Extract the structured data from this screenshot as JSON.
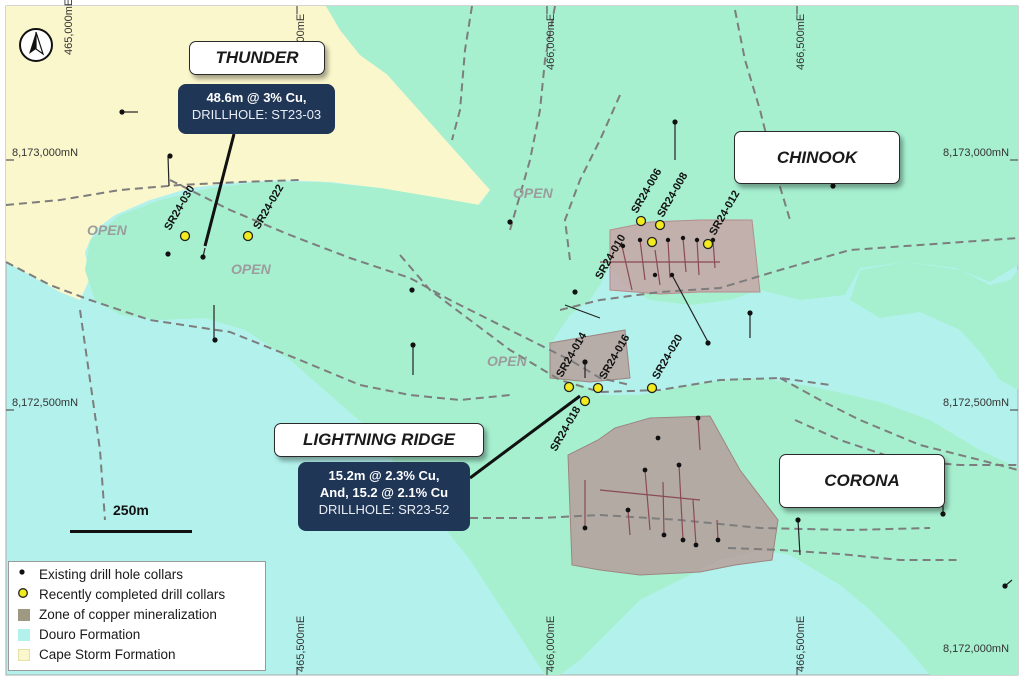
{
  "colors": {
    "douro_formation": "#b3f2ec",
    "cape_storm_formation": "#fbf7cc",
    "green_zone": "#a6f0d0",
    "copper_zone": "#b79a97",
    "collar_existing": "#111111",
    "collar_recent": "#f2ec1e",
    "info_box_bg": "#1f3657",
    "fault_line": "#7d7d7d"
  },
  "grid": {
    "eastings": [
      "465,000mE",
      "465,500mE",
      "466,000mE",
      "466,500mE"
    ],
    "northings": [
      "8,173,000mN",
      "8,172,500mN",
      "8,172,000mN"
    ]
  },
  "prospects": {
    "thunder": "THUNDER",
    "chinook": "CHINOOK",
    "lightning_ridge": "LIGHTNING RIDGE",
    "corona": "CORONA"
  },
  "intercepts": {
    "thunder": {
      "line1": "48.6m @ 3% Cu,",
      "line2": "DRILLHOLE: ST23-03"
    },
    "lightning_ridge": {
      "line1": "15.2m @ 2.3% Cu,",
      "line1b": "And, 15.2 @ 2.1% Cu",
      "line2": "DRILLHOLE: SR23-52"
    }
  },
  "open_labels": [
    "OPEN",
    "OPEN",
    "OPEN",
    "OPEN"
  ],
  "drillholes": [
    "SR24-030",
    "SR24-022",
    "SR24-006",
    "SR24-008",
    "SR24-012",
    "SR24-010",
    "SR24-014",
    "SR24-016",
    "SR24-020",
    "SR24-018"
  ],
  "scale": {
    "label": "250m"
  },
  "legend": {
    "existing": "Existing drill hole collars",
    "recent": "Recently completed drill collars",
    "copper": "Zone of copper mineralization",
    "douro": "Douro Formation",
    "cape": "Cape Storm Formation"
  },
  "north_arrow": "north-arrow-icon"
}
